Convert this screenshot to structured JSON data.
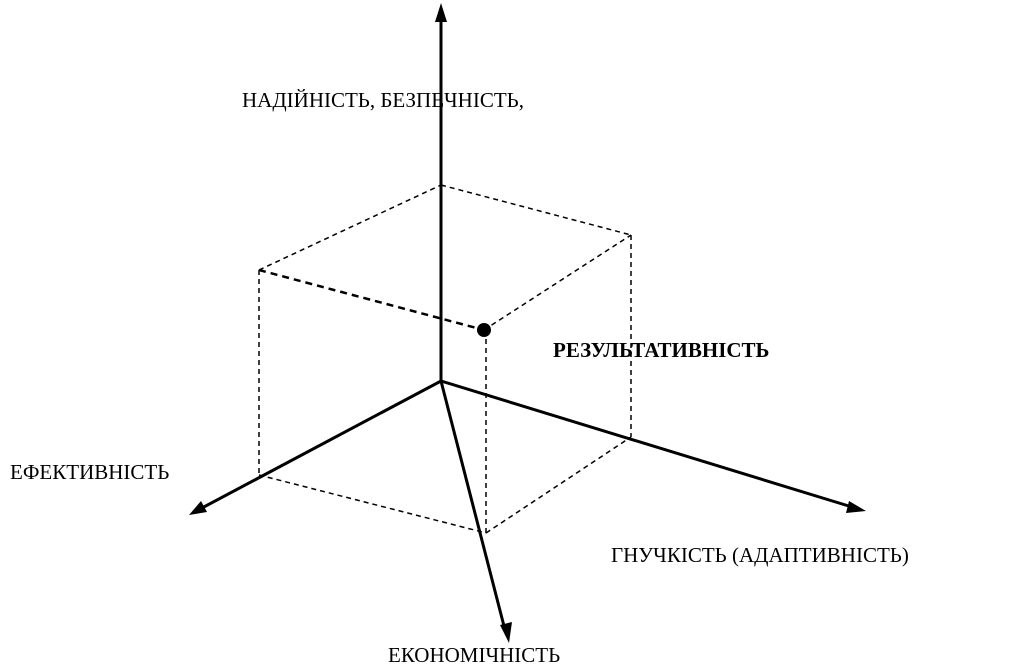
{
  "diagram": {
    "labels": {
      "vertical_axis": "НАДІЙНІСТЬ, БЕЗПЕЧНІСТЬ,",
      "left_axis": "ЕФЕКТИВНІСТЬ",
      "front_axis": "ЕКОНОМІЧНІСТЬ",
      "right_axis": "ГНУЧКІСТЬ (АДАПТИВНІСТЬ)",
      "result": "РЕЗУЛЬТАТИВНІСТЬ"
    }
  }
}
